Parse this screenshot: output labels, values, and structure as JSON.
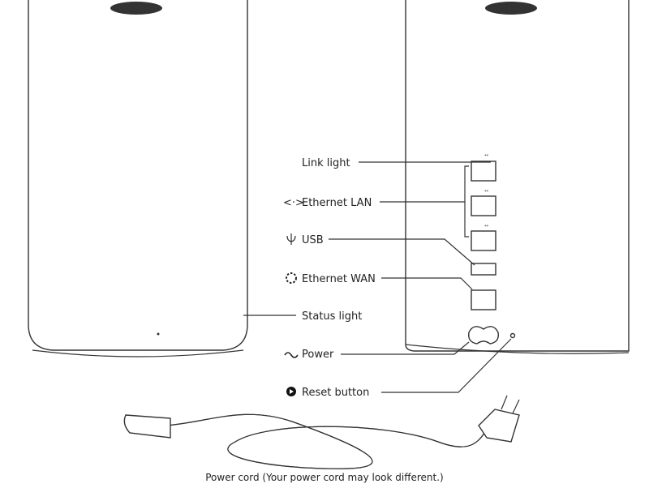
{
  "labels": {
    "link_light": "Link light",
    "ethernet_lan": "Ethernet LAN",
    "usb": "USB",
    "ethernet_wan": "Ethernet WAN",
    "status_light": "Status light",
    "power": "Power",
    "reset_button": "Reset button"
  },
  "icons": {
    "ethernet_lan": "<·>",
    "usb": "usb-icon",
    "ethernet_wan": "wan-icon",
    "power": "~",
    "reset": "reset-icon"
  },
  "caption": "Power cord (Your power cord may look different.)"
}
